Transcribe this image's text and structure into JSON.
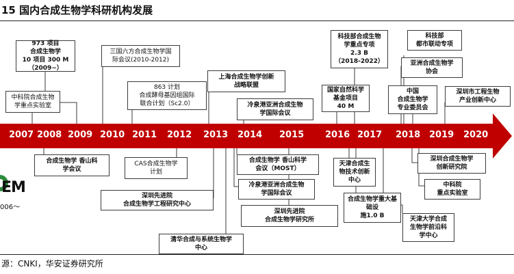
{
  "title": "15 国内合成生物学科研机构发展",
  "source": "源：CNKI，华安证券研究所",
  "logo": {
    "text": "EM",
    "year": "006～"
  },
  "timeline": {
    "years": [
      "2007",
      "2008",
      "2009",
      "2010",
      "2011",
      "2012",
      "2013",
      "2014",
      "2015",
      "2016",
      "2017",
      "2018",
      "2019",
      "2020"
    ],
    "color": "#c00000"
  },
  "events_above": [
    {
      "id": "e973",
      "text": "973 项目\n合成生物学\n10 项目 300 M\n（2009~）"
    },
    {
      "id": "ecas",
      "text": "中科院合成生物\n学重点实验室"
    },
    {
      "id": "e3g6f",
      "text": "三国六方合成生物学国\n际会议(2010-2012)"
    },
    {
      "id": "e863",
      "text": "863 计划\n合成酵母基因组国际\n联合计划（Sc2.0）"
    },
    {
      "id": "eshanghai",
      "text": "上海合成生物学创新\n战略联盟"
    },
    {
      "id": "elengquan1",
      "text": "冷泉港亚洲合成生物\n学国际会议"
    },
    {
      "id": "enaturefund",
      "text": "国家自然科学\n基金项目\n40 M"
    },
    {
      "id": "emost",
      "text": "科技部合成生物\n学重点专项\n2.3 B\n（2018-2022）"
    },
    {
      "id": "eministry",
      "text": "科技部\n都市联动专项"
    },
    {
      "id": "eassoc",
      "text": "亚洲合成生物学\n协会"
    },
    {
      "id": "echina",
      "text": "中国\n合成生物学\n专业委员会"
    },
    {
      "id": "eshenzhen1",
      "text": "深圳市工程生物\n产业创新中心"
    }
  ],
  "events_below": [
    {
      "id": "exiangshan1",
      "text": "合成生物学 香山科\n学会议"
    },
    {
      "id": "ecasplan",
      "text": "CAS合成生物学\n计划"
    },
    {
      "id": "esiat",
      "text": "深圳先进院\n合成生物学工程研究中心"
    },
    {
      "id": "etsinghua",
      "text": "清华合成与系统生物学\n中心"
    },
    {
      "id": "exiangshan2",
      "text": "合成生物学 香山科学\n会议（MOST）"
    },
    {
      "id": "elengquan2",
      "text": "冷泉港亚洲合成生物\n学国际会议"
    },
    {
      "id": "esiat2",
      "text": "深圳先进院\n合成生物学研究所"
    },
    {
      "id": "etianjin1",
      "text": "天津合成生\n物技术创新\n中心"
    },
    {
      "id": "emajor",
      "text": "合成生物学重大基础设\n施1.0 B"
    },
    {
      "id": "eshenzhen2",
      "text": "深圳合成生物学\n创新研究院"
    },
    {
      "id": "ecaslab",
      "text": "中科院\n重点实验室"
    },
    {
      "id": "etianjin2",
      "text": "天津大学合成\n生物学前沿科\n学中心"
    }
  ]
}
